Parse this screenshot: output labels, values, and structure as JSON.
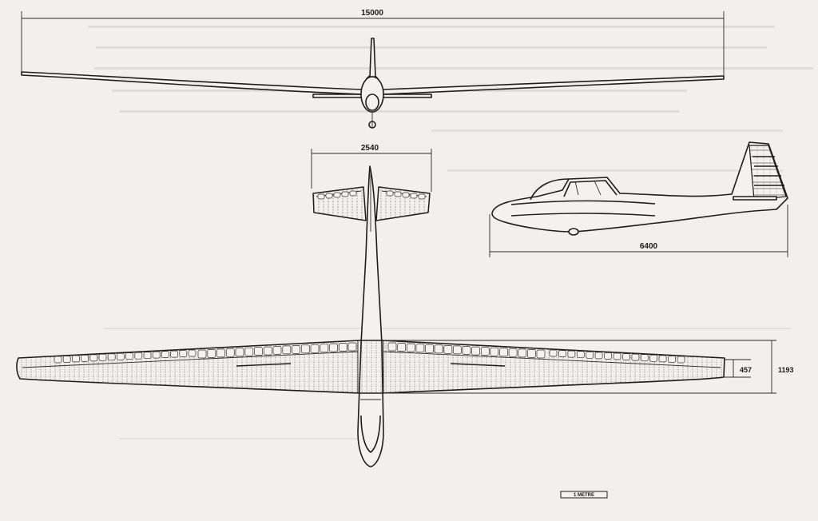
{
  "dimensions": {
    "span": "15000",
    "tailplane_span": "2540",
    "length": "6400",
    "aileron_chord": "457",
    "root_chord": "1193"
  },
  "scale_bar": {
    "label": "1 METRE"
  },
  "colors": {
    "paper": "#f1f0ee",
    "ink": "#1d1d1d",
    "bleed_through": "#c9c8c5"
  }
}
